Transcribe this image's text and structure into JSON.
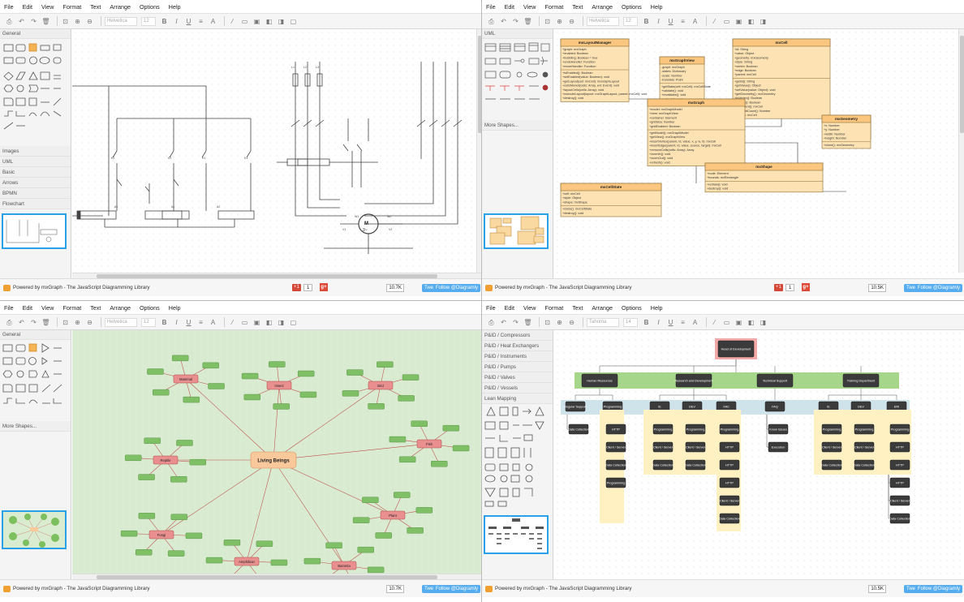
{
  "menu": [
    "File",
    "Edit",
    "View",
    "Format",
    "Text",
    "Arrange",
    "Options",
    "Help"
  ],
  "toolbar": {
    "font": "Helvetica",
    "size": "12",
    "font_q3": "Tahoma",
    "size_q3": "14"
  },
  "footer": {
    "powered": "Powered by mxGraph - The JavaScript Diagramming Library",
    "gplus_count": "1",
    "tweet": "Tweet",
    "tweet_count": "10.7K",
    "tweet_count_q1": "10.5K",
    "follow": "Follow @Diagramly"
  },
  "q0": {
    "sidebar": {
      "general": "General",
      "sections": [
        "Images",
        "UML",
        "Basic",
        "Arrows",
        "BPMN",
        "Flowchart"
      ]
    },
    "labels": [
      "M",
      "3~"
    ]
  },
  "q1": {
    "sidebar": {
      "uml": "UML",
      "more": "More Shapes..."
    },
    "classes": [
      {
        "name": "mxLayoutManager",
        "attrs": [
          "+graph: mxGraph",
          "+enabled: Boolean",
          "+bubbling: Boolean = true",
          "+undoHandler: Function",
          "+moveHandler: Function"
        ],
        "ops": [
          "+isEnabled(): Boolean",
          "+setEnabled(value: Boolean): void",
          "+getLayout(cell: mxCell): mxGraphLayout",
          "+cellsMoved(cells: Array, evt: Event): void",
          "+layoutCells(cells: Array): void",
          "+executeLayout(layout: mxGraphLayout, parent: mxCell): void",
          "+destroy(): void"
        ]
      },
      {
        "name": "mxGraphView",
        "attrs": [
          "-graph: mxGraph",
          "-states: Dictionary",
          "-scale: Number",
          "-translate: Point"
        ],
        "ops": [
          "+getState(cell: mxCell): mxCellState",
          "+validate(): void",
          "+revalidate(): void",
          "+refresh(): void"
        ]
      },
      {
        "name": "mxCell",
        "attrs": [
          "+id: String",
          "+value: Object",
          "+geometry: mxGeometry",
          "+style: String",
          "+vertex: Boolean",
          "+edge: Boolean",
          "+parent: mxCell"
        ],
        "ops": [
          "+getId(): String",
          "+getValue(): Object",
          "+setValue(value: Object): void",
          "+getGeometry(): mxGeometry",
          "+isVertex(): Boolean",
          "+isEdge(): Boolean",
          "+getParent(): mxCell",
          "+getChildCount(): Number",
          "+clone(): mxCell"
        ]
      },
      {
        "name": "mxGraph",
        "attrs": [
          "+model: mxGraphModel",
          "+view: mxGraphView",
          "+container: Element",
          "+gridSize: Number",
          "+gridEnabled: Boolean"
        ],
        "ops": [
          "+getModel(): mxGraphModel",
          "+getView(): mxGraphView",
          "+insertVertex(parent, id, value, x, y, w, h): mxCell",
          "+insertEdge(parent, id, value, source, target): mxCell",
          "+removeCells(cells: Array): Array",
          "+zoomIn(): void",
          "+zoomOut(): void",
          "+refresh(): void"
        ]
      },
      {
        "name": "mxGeometry",
        "attrs": [
          "+x: Number",
          "+y: Number",
          "+width: Number",
          "+height: Number"
        ],
        "ops": [
          "+clone(): mxGeometry"
        ]
      },
      {
        "name": "mxCellState",
        "attrs": [
          "+cell: mxCell",
          "+style: Object",
          "+shape: mxShape"
        ],
        "ops": [
          "+clone(): mxCellState",
          "+destroy(): void"
        ]
      },
      {
        "name": "mxShape",
        "attrs": [
          "+node: Element",
          "+bounds: mxRectangle"
        ],
        "ops": [
          "+redraw(): void",
          "+destroy(): void"
        ]
      }
    ]
  },
  "q2": {
    "sidebar": {
      "general": "General",
      "more": "More Shapes..."
    },
    "center": "Living Beings",
    "hubs": [
      "Mammal",
      "Insect",
      "Bird",
      "Fish",
      "Reptile",
      "Plant",
      "Fungi",
      "Amphibian",
      "Bacteria"
    ]
  },
  "q3": {
    "sidebar": {
      "sections": [
        "P&ID / Compressors",
        "P&ID / Heat Exchangers",
        "P&ID / Instruments",
        "P&ID / Pumps",
        "P&ID / Valves",
        "P&ID / Vessels",
        "Lean Mapping"
      ]
    },
    "root": "Head of Development",
    "departments": [
      "Human Resources",
      "Research and Development",
      "Technical Support",
      "Training Department"
    ],
    "level2": [
      "Regular Support",
      "Programming",
      "IE",
      "DEV",
      "XAC",
      "FAQ",
      "IE",
      "DEV",
      "ERI"
    ],
    "level3": [
      "Data Collection",
      "HTTP",
      "Client / Server",
      "Programming",
      "Know Issues",
      "Execution"
    ]
  }
}
